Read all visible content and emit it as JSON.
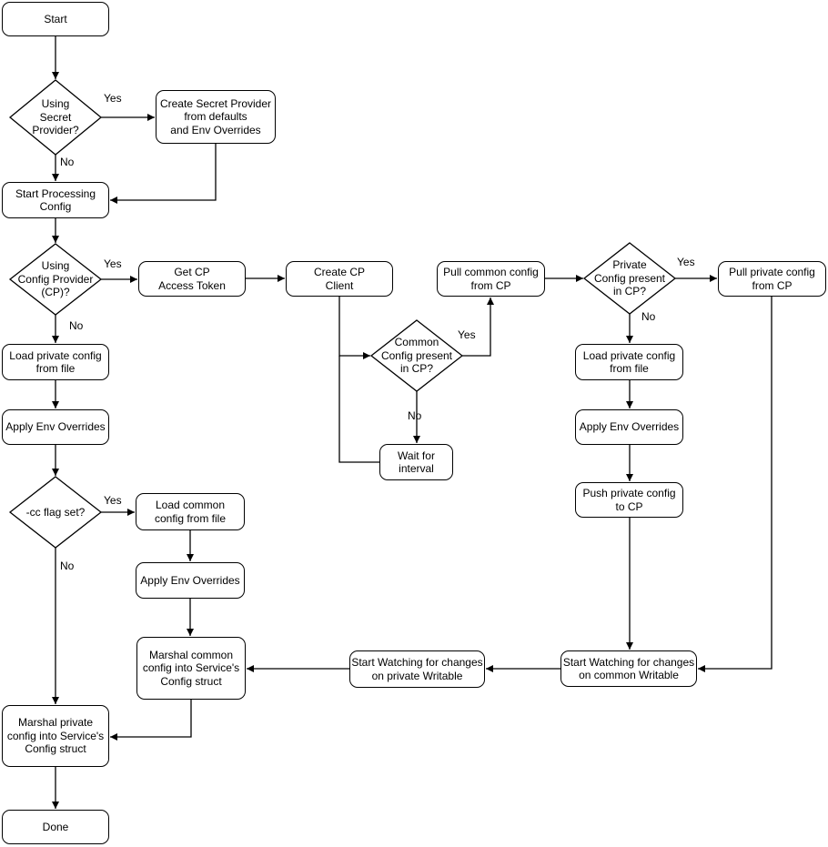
{
  "diagram": {
    "background_color": "#ffffff",
    "stroke_color": "#000000",
    "text_color": "#000000",
    "nodes": {
      "start": {
        "label": "Start",
        "type": "terminator"
      },
      "using_secret_provider": {
        "label": "Using\nSecret\nProvider?",
        "type": "decision"
      },
      "create_secret_provider": {
        "label": "Create Secret Provider\nfrom defaults\nand Env Overrides",
        "type": "process"
      },
      "start_processing_config": {
        "label": "Start Processing\nConfig",
        "type": "process"
      },
      "using_config_provider": {
        "label": "Using\nConfig Provider\n(CP)?",
        "type": "decision"
      },
      "get_cp_access_token": {
        "label": "Get CP\nAccess Token",
        "type": "process"
      },
      "create_cp_client": {
        "label": "Create CP\nClient",
        "type": "process"
      },
      "common_config_present": {
        "label": "Common\nConfig present\nin CP?",
        "type": "decision"
      },
      "pull_common_config": {
        "label": "Pull common config\nfrom CP",
        "type": "process"
      },
      "wait_for_interval": {
        "label": "Wait for\ninterval",
        "type": "process"
      },
      "private_config_present": {
        "label": "Private\nConfig present\nin CP?",
        "type": "decision"
      },
      "pull_private_config": {
        "label": "Pull private config\nfrom CP",
        "type": "process"
      },
      "load_private_config_right": {
        "label": "Load private config\nfrom file",
        "type": "process"
      },
      "apply_env_overrides_right": {
        "label": "Apply Env Overrides",
        "type": "process"
      },
      "push_private_config": {
        "label": "Push private config\nto CP",
        "type": "process"
      },
      "watch_common_writable": {
        "label": "Start Watching for changes\non common Writable",
        "type": "process"
      },
      "watch_private_writable": {
        "label": "Start Watching for changes\non private Writable",
        "type": "process"
      },
      "load_private_config_left": {
        "label": "Load private config\nfrom file",
        "type": "process"
      },
      "apply_env_overrides_left": {
        "label": "Apply Env Overrides",
        "type": "process"
      },
      "cc_flag_set": {
        "label": "-cc flag set?",
        "type": "decision"
      },
      "load_common_config": {
        "label": "Load common\nconfig from file",
        "type": "process"
      },
      "apply_env_overrides_mid": {
        "label": "Apply Env Overrides",
        "type": "process"
      },
      "marshal_common_config": {
        "label": "Marshal common\nconfig into Service's\nConfig struct",
        "type": "process"
      },
      "marshal_private_config": {
        "label": "Marshal private\nconfig into Service's\nConfig struct",
        "type": "process"
      },
      "done": {
        "label": "Done",
        "type": "terminator"
      }
    },
    "edge_labels": [
      {
        "id": "secret-provider-yes",
        "text": "Yes"
      },
      {
        "id": "secret-provider-no",
        "text": "No"
      },
      {
        "id": "config-provider-yes",
        "text": "Yes"
      },
      {
        "id": "config-provider-no",
        "text": "No"
      },
      {
        "id": "common-present-yes",
        "text": "Yes"
      },
      {
        "id": "common-present-no",
        "text": "No"
      },
      {
        "id": "private-present-yes",
        "text": "Yes"
      },
      {
        "id": "private-present-no",
        "text": "No"
      },
      {
        "id": "cc-flag-yes",
        "text": "Yes"
      },
      {
        "id": "cc-flag-no",
        "text": "No"
      }
    ]
  }
}
